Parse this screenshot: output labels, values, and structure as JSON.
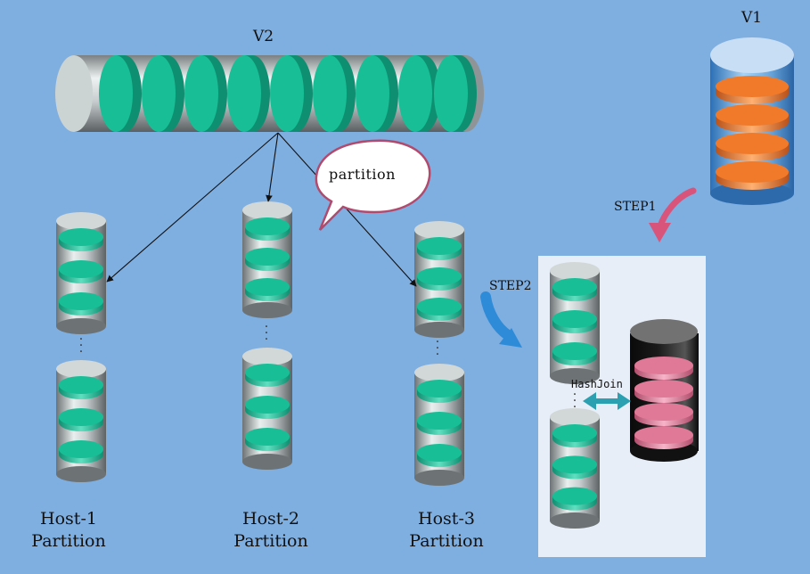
{
  "labels": {
    "v2": "V2",
    "v1": "V1",
    "callout": "partition",
    "step1": "STEP1",
    "step2": "STEP2",
    "hashjoin": "HashJoin"
  },
  "hosts": [
    {
      "line1": "Host-1",
      "line2": "Partition"
    },
    {
      "line1": "Host-2",
      "line2": "Partition"
    },
    {
      "line1": "Host-3",
      "line2": "Partition"
    }
  ],
  "vertical_ellipsis": "·\n·\n·",
  "colors": {
    "background": "#7FAEE0",
    "teal_disk": "#17BE96",
    "orange_disk": "#F07A2A",
    "pink_disk": "#E07898",
    "step1_arrow": "#D9547A",
    "step2_arrow": "#2E8BD8",
    "hashjoin_arrow": "#2AA0B0",
    "join_panel": "#E8EEF8"
  }
}
